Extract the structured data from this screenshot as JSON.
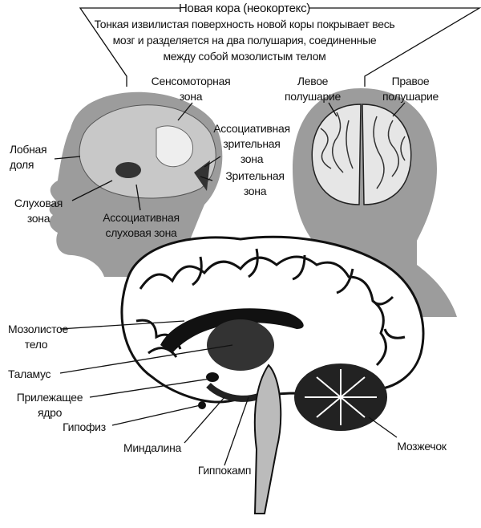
{
  "title": "Новая кора (неокортекс)",
  "description": [
    "Тонкая извилистая поверхность новой коры покрывает весь",
    "мозг и разделяется на два полушария, соединенные",
    "между собой мозолистым телом"
  ],
  "labels": {
    "sensorimotor": [
      "Сенсомоторная",
      "зона"
    ],
    "left_hemisphere": [
      "Левое",
      "полушарие"
    ],
    "right_hemisphere": [
      "Правое",
      "полушарие"
    ],
    "frontal_lobe": [
      "Лобная",
      "доля"
    ],
    "visual_association": [
      "Ассоциативная",
      "зрительная",
      "зона"
    ],
    "visual": [
      "Зрительная",
      "зона"
    ],
    "auditory": [
      "Слуховая",
      "зона"
    ],
    "auditory_association": [
      "Ассоциативная",
      "слуховая зона"
    ],
    "corpus_callosum": [
      "Мозолистое",
      "тело"
    ],
    "thalamus": "Таламус",
    "nucleus_accumbens": [
      "Прилежащее",
      "ядро"
    ],
    "pituitary": "Гипофиз",
    "amygdala": "Миндалина",
    "hippocampus": "Гиппокамп",
    "cerebellum": "Мозжечок"
  }
}
